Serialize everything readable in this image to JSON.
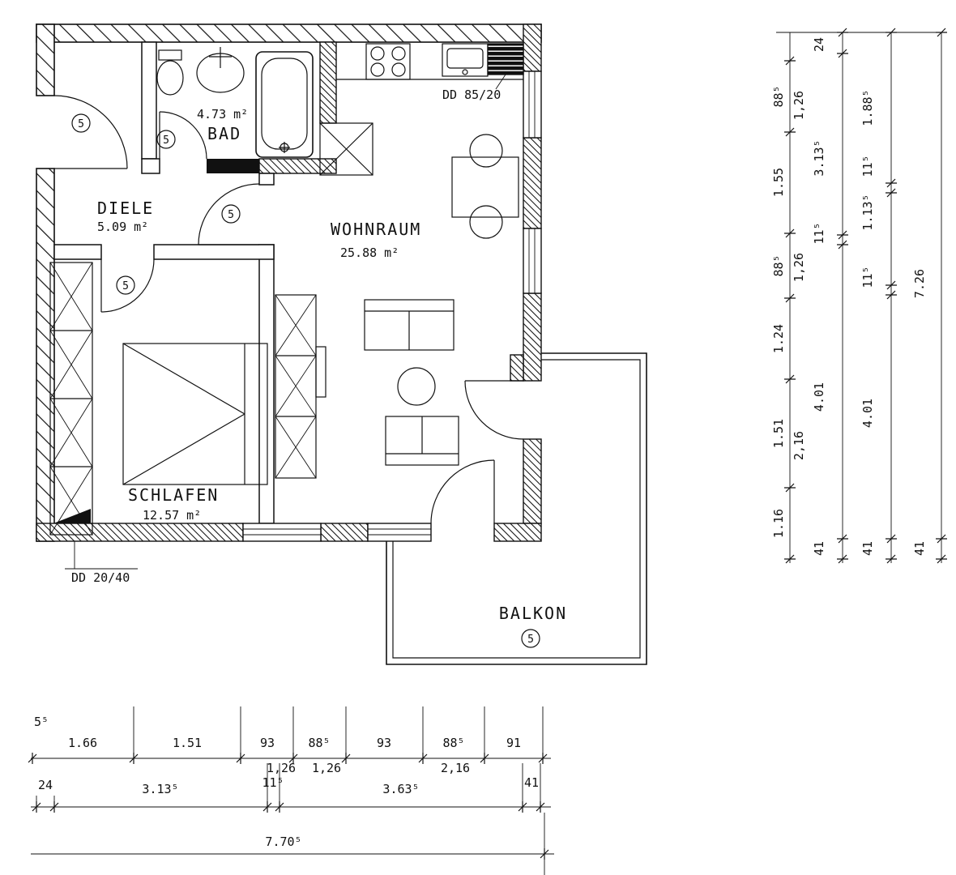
{
  "rooms": {
    "bad": {
      "name": "BAD",
      "area": "4.73 m²"
    },
    "diele": {
      "name": "DIELE",
      "area": "5.09 m²"
    },
    "wohnraum": {
      "name": "WOHNRAUM",
      "area": "25.88 m²"
    },
    "schlafen": {
      "name": "SCHLAFEN",
      "area": "12.57 m²"
    },
    "balkon": {
      "name": "BALKON"
    }
  },
  "door_tag": "5",
  "notes": {
    "kitchen_duct": "DD 85/20",
    "entry_sill": "DD 20/40"
  },
  "dims": {
    "right": {
      "chain1": [
        "88⁵",
        "1.55",
        "88⁵",
        "1.24",
        "1.51",
        "1.16"
      ],
      "chain1_sub": [
        "1,26",
        "1,26",
        "2,16"
      ],
      "chain2": [
        "24",
        "3.13⁵",
        "11⁵",
        "4.01",
        "41"
      ],
      "chain3": [
        "1.88⁵",
        "11⁵",
        "1.13⁵",
        "11⁵",
        "4.01",
        "41"
      ],
      "chain4": [
        "7.26",
        "41"
      ]
    },
    "bottom": {
      "chain1": [
        "5⁵",
        "1.66",
        "1.51",
        "93",
        "88⁵",
        "93",
        "88⁵",
        "91"
      ],
      "chain1_sub": [
        "1,26",
        "1,26",
        "2,16"
      ],
      "chain2": [
        "24",
        "3.13⁵",
        "11⁵",
        "3.63⁵",
        "41"
      ],
      "chain3": [
        "7.70⁵"
      ]
    }
  }
}
